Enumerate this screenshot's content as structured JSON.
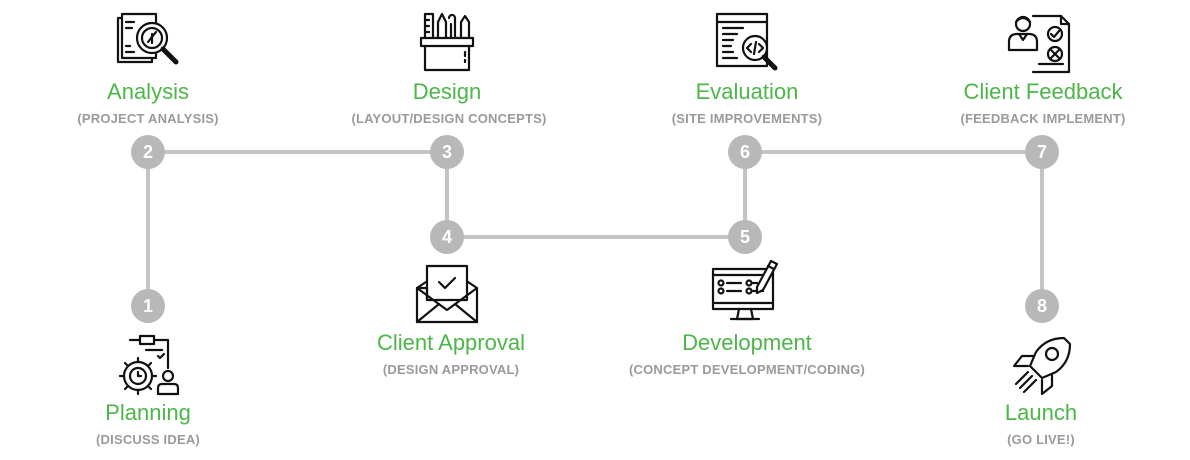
{
  "steps": [
    {
      "number": "1",
      "title": "Planning",
      "subtitle": "(DISCUSS IDEA)",
      "icon": "planning-gear-clipboard-icon"
    },
    {
      "number": "2",
      "title": "Analysis",
      "subtitle": "(PROJECT ANALYSIS)",
      "icon": "analysis-magnifier-icon"
    },
    {
      "number": "3",
      "title": "Design",
      "subtitle": "(LAYOUT/DESIGN CONCEPTS)",
      "icon": "design-tools-cup-icon"
    },
    {
      "number": "4",
      "title": "Client Approval",
      "subtitle": "(DESIGN APPROVAL)",
      "icon": "approval-envelope-check-icon"
    },
    {
      "number": "5",
      "title": "Development",
      "subtitle": "(CONCEPT DEVELOPMENT/CODING)",
      "icon": "development-monitor-pencil-icon"
    },
    {
      "number": "6",
      "title": "Evaluation",
      "subtitle": "(SITE IMPROVEMENTS)",
      "icon": "evaluation-code-magnifier-icon"
    },
    {
      "number": "7",
      "title": "Client Feedback",
      "subtitle": "(FEEDBACK IMPLEMENT)",
      "icon": "feedback-person-checklist-icon"
    },
    {
      "number": "8",
      "title": "Launch",
      "subtitle": "(GO LIVE!)",
      "icon": "launch-rocket-icon"
    }
  ],
  "colors": {
    "title": "#4cb648",
    "subtitle": "#9a9a9a",
    "node": "#b8b8b8",
    "line": "#c4c4c4"
  }
}
